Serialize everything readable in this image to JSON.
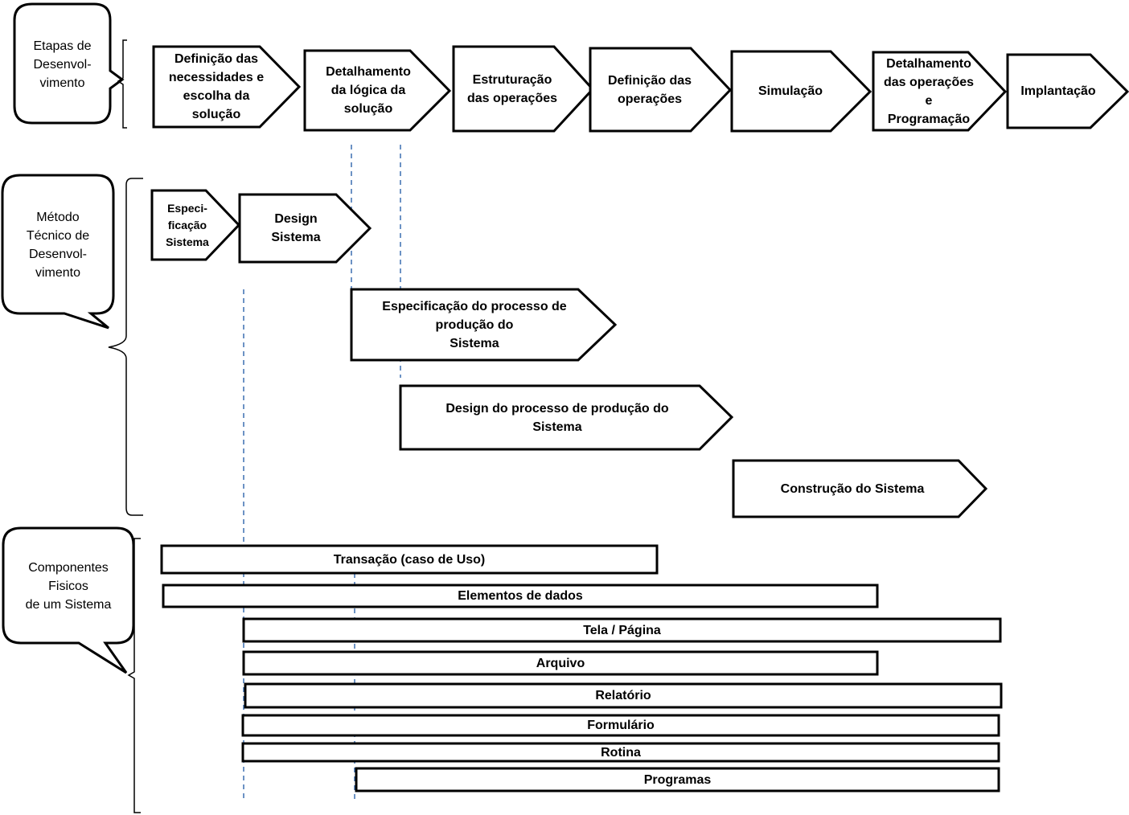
{
  "callouts": {
    "etapas": "Etapas de\nDesenvol-\nvimento",
    "metodo": "Método\nTécnico de\nDesenvol-\nvimento",
    "componentes": "Componentes\nFisicos\nde um Sistema"
  },
  "etapas": [
    "Definição das\nnecessidades e\nescolha da\nsolução",
    "Detalhamento\nda lógica da\nsolução",
    "Estruturação\ndas operações",
    "Definição das\noperações",
    "Simulação",
    "Detalhamento\ndas operações\ne\nProgramação",
    "Implantação"
  ],
  "metodo": [
    "Especi-\nficação\nSistema",
    "Design\nSistema",
    "Especificação do processo de\nprodução do\nSistema",
    "Design do processo de produção do\nSistema",
    "Construção do Sistema"
  ],
  "componentes": [
    "Transação  (caso de Uso)",
    "Elementos de dados",
    "Tela / Página",
    "Arquivo",
    "Relatório",
    "Formulário",
    "Rotina",
    "Programas"
  ]
}
